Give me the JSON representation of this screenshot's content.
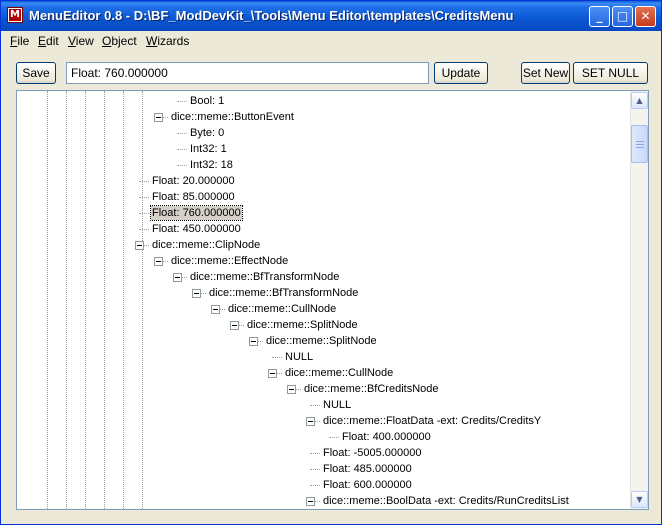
{
  "window": {
    "title": "MenuEditor 0.8 - D:\\BF_ModDevKit_\\Tools\\Menu Editor\\templates\\CreditsMenu",
    "app_icon_glyph": "M",
    "controls": {
      "minimize": "_",
      "maximize": "□",
      "close": "✕"
    }
  },
  "menu": {
    "items": [
      {
        "accel": "F",
        "rest": "ile"
      },
      {
        "accel": "E",
        "rest": "dit"
      },
      {
        "accel": "V",
        "rest": "iew"
      },
      {
        "accel": "O",
        "rest": "bject"
      },
      {
        "accel": "W",
        "rest": "izards"
      }
    ]
  },
  "toolbar": {
    "save_label": "Save",
    "value_field": "Float: 760.000000",
    "update_label": "Update",
    "set_new_label": "Set New",
    "set_null_label": "SET NULL"
  },
  "tree": {
    "nodes": [
      {
        "label": "Bool: 1"
      },
      {
        "label": "dice::meme::ButtonEvent"
      },
      {
        "label": "Byte: 0"
      },
      {
        "label": "Int32: 1"
      },
      {
        "label": "Int32: 18"
      },
      {
        "label": "Float: 20.000000"
      },
      {
        "label": "Float: 85.000000"
      },
      {
        "label": "Float: 760.000000",
        "selected": true
      },
      {
        "label": "Float: 450.000000"
      },
      {
        "label": "dice::meme::ClipNode"
      },
      {
        "label": "dice::meme::EffectNode"
      },
      {
        "label": "dice::meme::BfTransformNode"
      },
      {
        "label": "dice::meme::BfTransformNode"
      },
      {
        "label": "dice::meme::CullNode"
      },
      {
        "label": "dice::meme::SplitNode"
      },
      {
        "label": "dice::meme::SplitNode"
      },
      {
        "label": "NULL"
      },
      {
        "label": "dice::meme::CullNode"
      },
      {
        "label": "dice::meme::BfCreditsNode"
      },
      {
        "label": "NULL"
      },
      {
        "label": "dice::meme::FloatData -ext: Credits/CreditsY"
      },
      {
        "label": "Float: 400.000000"
      },
      {
        "label": "Float: -5005.000000"
      },
      {
        "label": "Float: 485.000000"
      },
      {
        "label": "Float: 600.000000"
      },
      {
        "label": "dice::meme::BoolData -ext: Credits/RunCreditsList"
      }
    ]
  },
  "scrollbar": {
    "up_glyph": "▲",
    "down_glyph": "▼"
  },
  "icons": {
    "app": "menu-editor-app-icon",
    "expander": "tree-collapse-minus-icon"
  }
}
